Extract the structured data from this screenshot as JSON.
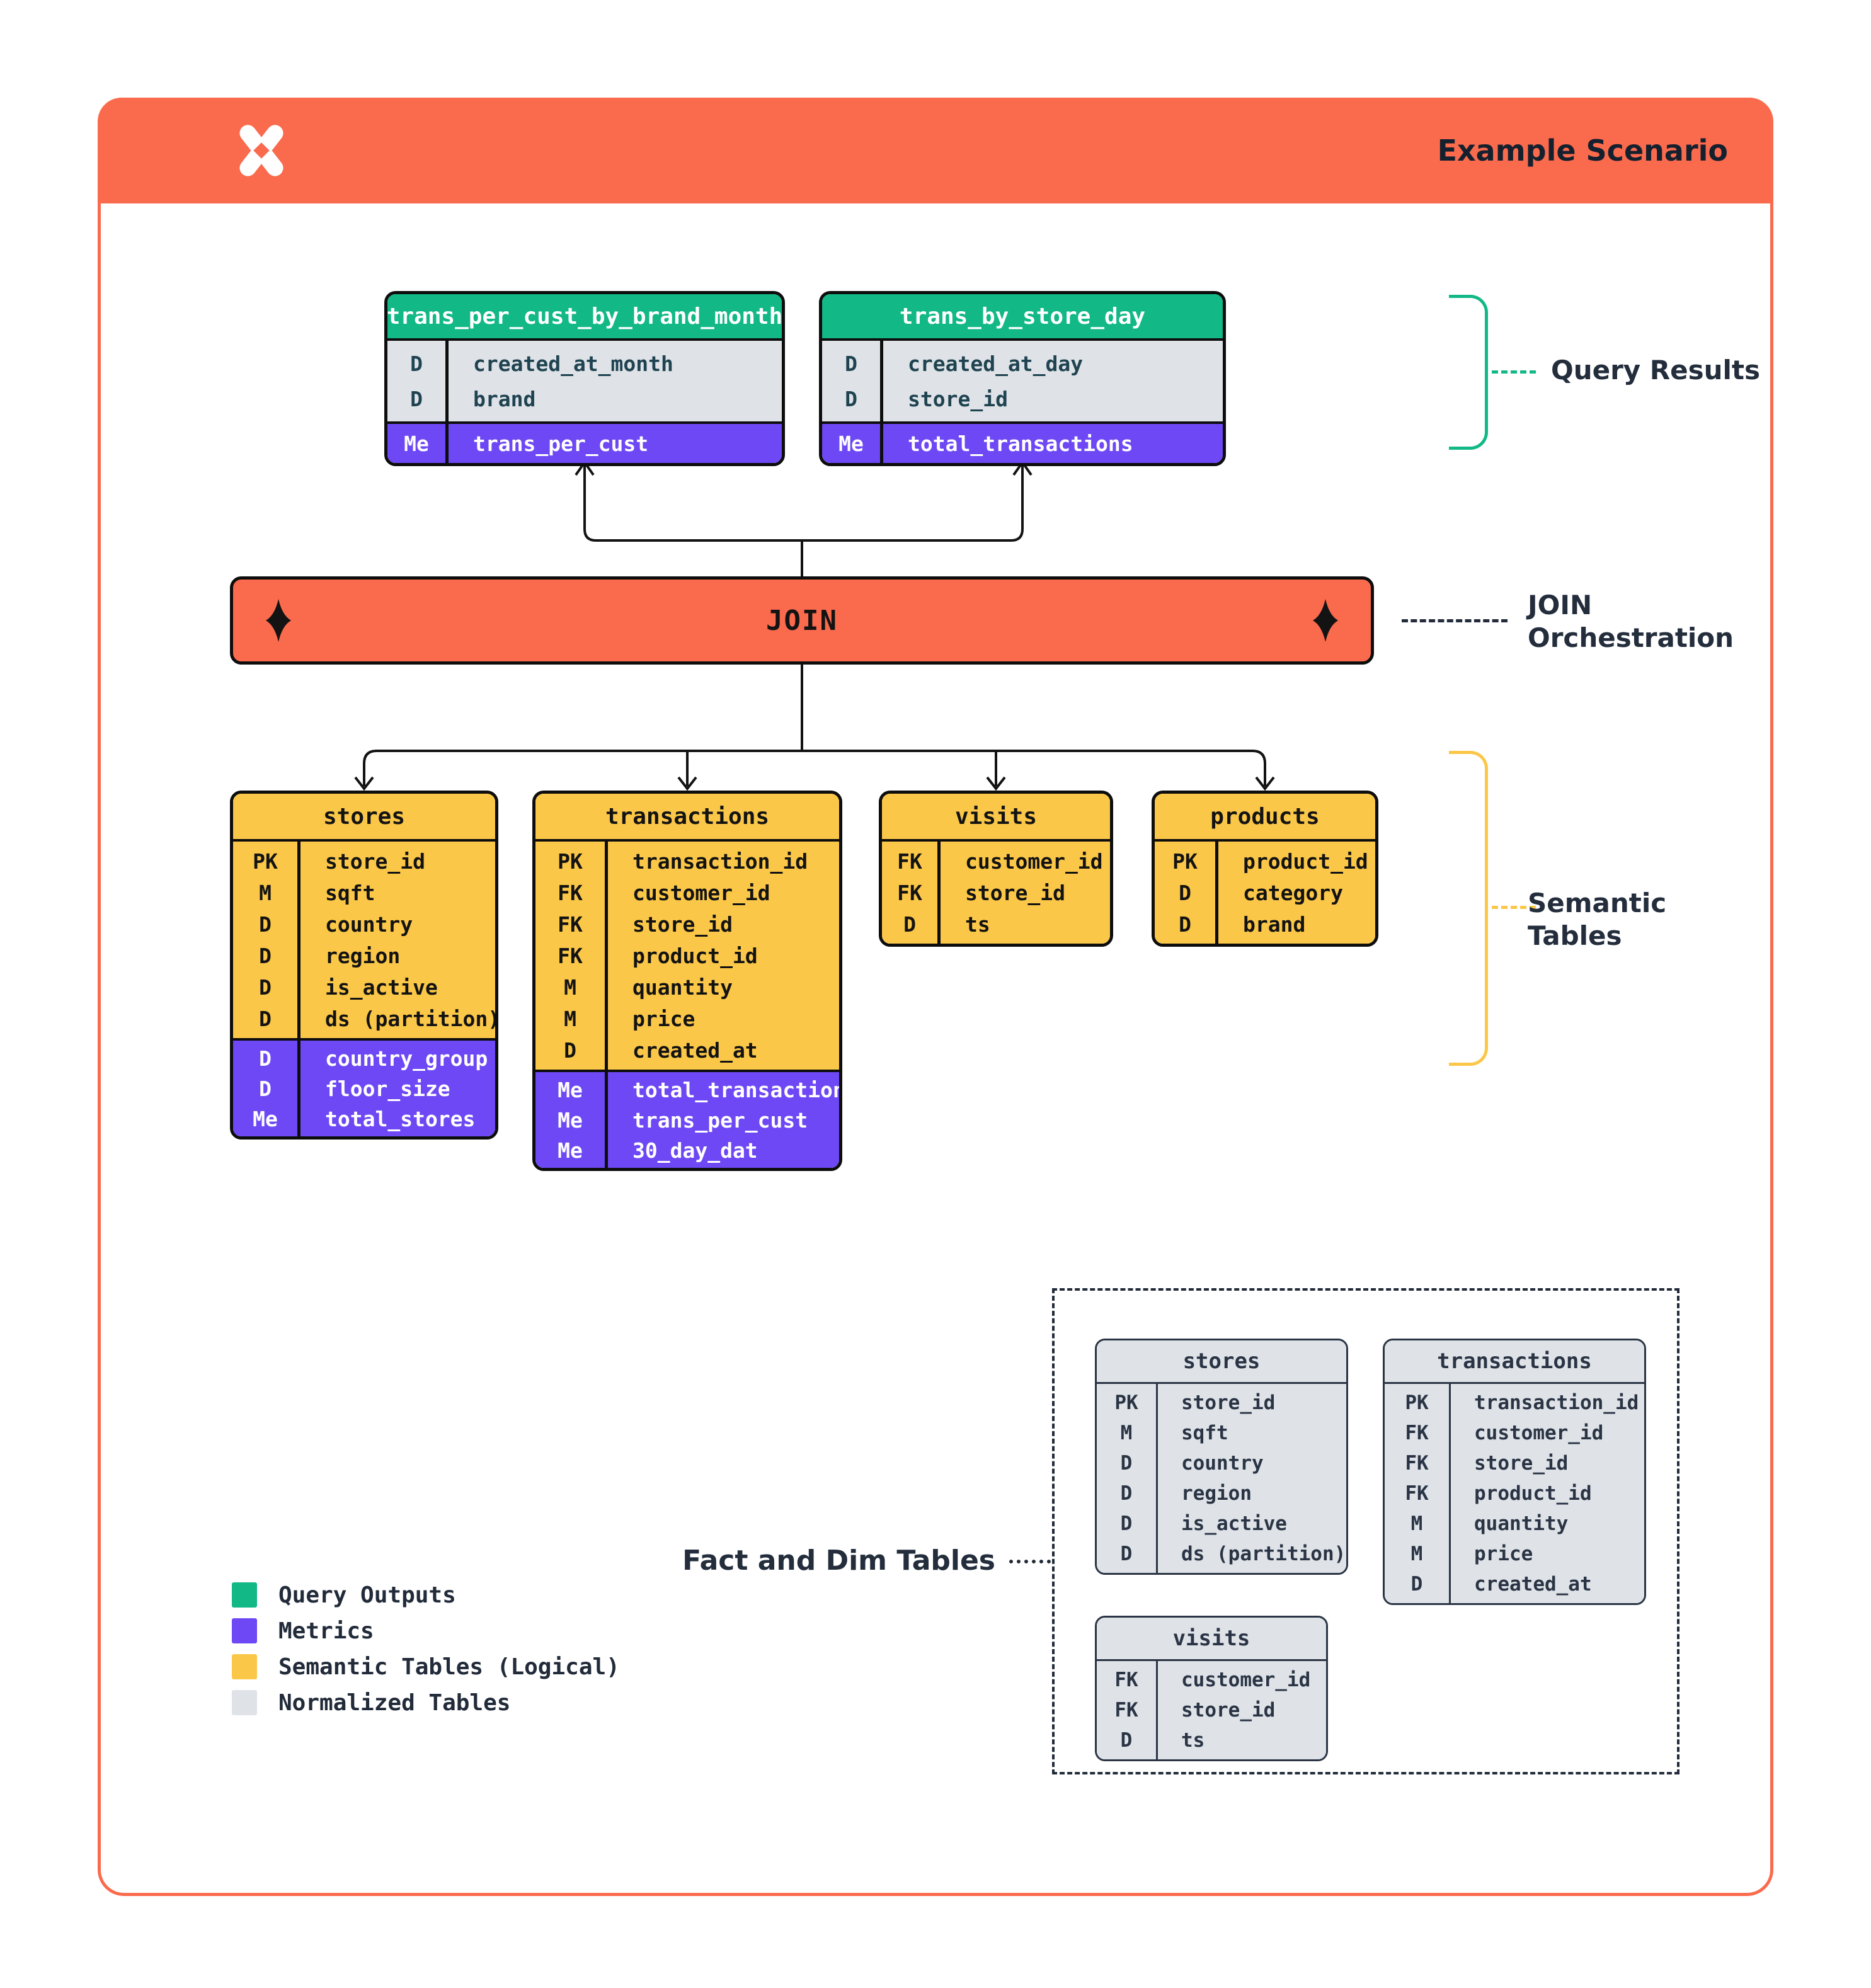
{
  "header": {
    "title": "Example Scenario"
  },
  "join_bar": {
    "label": "JOIN"
  },
  "annotations": {
    "query_results": "Query Results",
    "join_line1": "JOIN",
    "join_line2": "Orchestration",
    "semantic_line1": "Semantic",
    "semantic_line2": "Tables",
    "fact_dim": "Fact and Dim Tables"
  },
  "colors": {
    "orange": "#fa6a4d",
    "green": "#12b886",
    "purple": "#6d48f4",
    "yellow": "#fbc748",
    "gray": "#dfe3e8",
    "navy": "#222b3a"
  },
  "query_result_tables": [
    {
      "name": "trans_per_cust_by_brand_month",
      "rows": [
        {
          "key": "D",
          "field": "created_at_month"
        },
        {
          "key": "D",
          "field": "brand"
        }
      ],
      "metric_rows": [
        {
          "key": "Me",
          "field": "trans_per_cust"
        }
      ]
    },
    {
      "name": "trans_by_store_day",
      "rows": [
        {
          "key": "D",
          "field": "created_at_day"
        },
        {
          "key": "D",
          "field": "store_id"
        }
      ],
      "metric_rows": [
        {
          "key": "Me",
          "field": "total_transactions"
        }
      ]
    }
  ],
  "semantic_tables": [
    {
      "name": "stores",
      "rows": [
        {
          "key": "PK",
          "field": "store_id"
        },
        {
          "key": "M",
          "field": "sqft"
        },
        {
          "key": "D",
          "field": "country"
        },
        {
          "key": "D",
          "field": "region"
        },
        {
          "key": "D",
          "field": "is_active"
        },
        {
          "key": "D",
          "field": "ds (partition)"
        }
      ],
      "metric_rows": [
        {
          "key": "D",
          "field": "country_group"
        },
        {
          "key": "D",
          "field": "floor_size"
        },
        {
          "key": "Me",
          "field": "total_stores"
        }
      ]
    },
    {
      "name": "transactions",
      "rows": [
        {
          "key": "PK",
          "field": "transaction_id"
        },
        {
          "key": "FK",
          "field": "customer_id"
        },
        {
          "key": "FK",
          "field": "store_id"
        },
        {
          "key": "FK",
          "field": "product_id"
        },
        {
          "key": "M",
          "field": "quantity"
        },
        {
          "key": "M",
          "field": "price"
        },
        {
          "key": "D",
          "field": "created_at"
        }
      ],
      "metric_rows": [
        {
          "key": "Me",
          "field": "total_transactions"
        },
        {
          "key": "Me",
          "field": "trans_per_cust"
        },
        {
          "key": "Me",
          "field": "30_day_dat"
        }
      ]
    },
    {
      "name": "visits",
      "rows": [
        {
          "key": "FK",
          "field": "customer_id"
        },
        {
          "key": "FK",
          "field": "store_id"
        },
        {
          "key": "D",
          "field": "ts"
        }
      ],
      "metric_rows": []
    },
    {
      "name": "products",
      "rows": [
        {
          "key": "PK",
          "field": "product_id"
        },
        {
          "key": "D",
          "field": "category"
        },
        {
          "key": "D",
          "field": "brand"
        }
      ],
      "metric_rows": []
    }
  ],
  "normalized_tables": [
    {
      "name": "stores",
      "rows": [
        {
          "key": "PK",
          "field": "store_id"
        },
        {
          "key": "M",
          "field": "sqft"
        },
        {
          "key": "D",
          "field": "country"
        },
        {
          "key": "D",
          "field": "region"
        },
        {
          "key": "D",
          "field": "is_active"
        },
        {
          "key": "D",
          "field": "ds (partition)"
        }
      ],
      "metric_rows": []
    },
    {
      "name": "transactions",
      "rows": [
        {
          "key": "PK",
          "field": "transaction_id"
        },
        {
          "key": "FK",
          "field": "customer_id"
        },
        {
          "key": "FK",
          "field": "store_id"
        },
        {
          "key": "FK",
          "field": "product_id"
        },
        {
          "key": "M",
          "field": "quantity"
        },
        {
          "key": "M",
          "field": "price"
        },
        {
          "key": "D",
          "field": "created_at"
        }
      ],
      "metric_rows": []
    },
    {
      "name": "visits",
      "rows": [
        {
          "key": "FK",
          "field": "customer_id"
        },
        {
          "key": "FK",
          "field": "store_id"
        },
        {
          "key": "D",
          "field": "ts"
        }
      ],
      "metric_rows": []
    }
  ],
  "legend": [
    {
      "color": "#12b886",
      "label": "Query Outputs"
    },
    {
      "color": "#6d48f4",
      "label": "Metrics"
    },
    {
      "color": "#fbc748",
      "label": "Semantic Tables (Logical)"
    },
    {
      "color": "#dfe3e8",
      "label": "Normalized Tables"
    }
  ]
}
